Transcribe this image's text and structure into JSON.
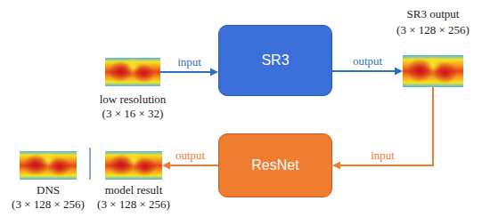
{
  "diagram": {
    "nodes": [
      {
        "text": [
          "low resolution",
          "(3 × 16 × 32)"
        ]
      },
      {
        "text": [
          "SR3"
        ]
      },
      {
        "text": [
          "SR3 output",
          "(3 × 128 × 256)"
        ]
      },
      {
        "text": [
          "ResNet"
        ]
      },
      {
        "text": [
          "model result",
          "(3 × 128 × 256)"
        ]
      },
      {
        "text": [
          "DNS",
          "(3 × 128 × 256)"
        ]
      }
    ],
    "edges": [
      {
        "from": 0,
        "to": 1,
        "label": "input",
        "arrow": "to"
      },
      {
        "from": 1,
        "to": 2,
        "label": "output",
        "arrow": "to"
      },
      {
        "from": 2,
        "to": 3,
        "label": "input",
        "arrow": "to"
      },
      {
        "from": 3,
        "to": 4,
        "label": "output",
        "arrow": "to"
      }
    ]
  }
}
